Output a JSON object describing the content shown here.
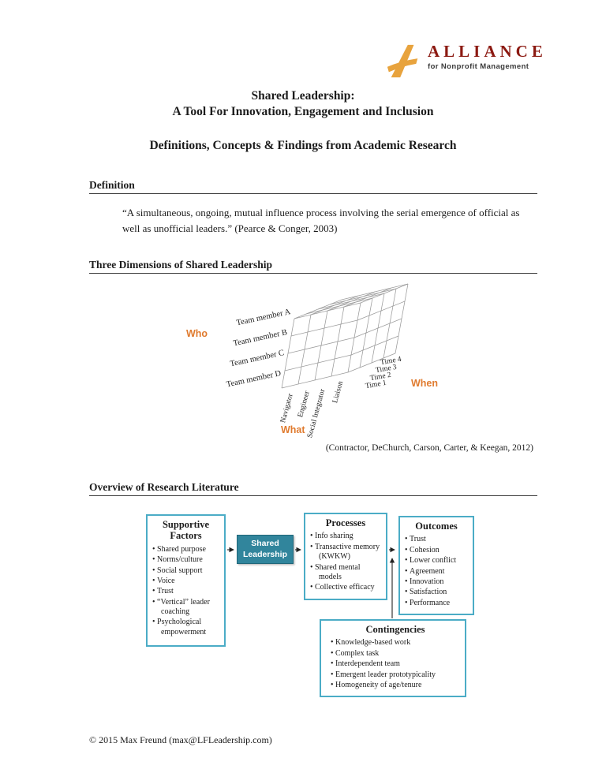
{
  "logo": {
    "name": "ALLIANCE",
    "tagline": "for Nonprofit Management"
  },
  "title": {
    "line1": "Shared Leadership:",
    "line2": "A Tool For Innovation, Engagement and Inclusion",
    "subtitle": "Definitions, Concepts & Findings from Academic Research"
  },
  "sections": {
    "definition": {
      "heading": "Definition",
      "quote": "“A simultaneous, ongoing, mutual influence process involving the serial emergence of official as well as unofficial leaders.” (Pearce & Conger, 2003)"
    },
    "dimensions": {
      "heading": "Three Dimensions of Shared Leadership",
      "who_label": "Who",
      "what_label": "What",
      "when_label": "When",
      "team_members": [
        "Team member A",
        "Team member B",
        "Team member C",
        "Team member D"
      ],
      "roles": [
        "Navigator",
        "Engineer",
        "Social Integrator",
        "Liaison"
      ],
      "times": [
        "Time 4",
        "Time 3",
        "Time 2",
        "Time 1"
      ],
      "citation": "(Contractor, DeChurch, Carson, Carter, & Keegan, 2012)"
    },
    "overview": {
      "heading": "Overview of Research Literature",
      "supportive_factors": {
        "title": "Supportive Factors",
        "items": [
          "Shared purpose",
          "Norms/culture",
          "Social support",
          "Voice",
          "Trust",
          "“Vertical” leader coaching",
          "Psychological empowerment"
        ]
      },
      "shared_leadership_label": "Shared Leadership",
      "processes": {
        "title": "Processes",
        "items": [
          "Info sharing",
          "Transactive memory (KWKW)",
          "Shared mental models",
          "Collective efficacy"
        ]
      },
      "outcomes": {
        "title": "Outcomes",
        "items": [
          "Trust",
          "Cohesion",
          "Lower conflict",
          "Agreement",
          "Innovation",
          "Satisfaction",
          "Performance"
        ]
      },
      "contingencies": {
        "title": "Contingencies",
        "items": [
          "Knowledge-based work",
          "Complex task",
          "Interdependent team",
          "Emergent leader prototypicality",
          "Homogeneity of age/tenure"
        ]
      }
    }
  },
  "footer": {
    "text": "© 2015 Max Freund (max@LFLeadership.com)"
  },
  "colors": {
    "brand_maroon": "#8C1A12",
    "logo_gold": "#E8A33D",
    "accent_orange": "#E07B2F",
    "box_border": "#4BACC6",
    "box_fill": "#31859C"
  }
}
